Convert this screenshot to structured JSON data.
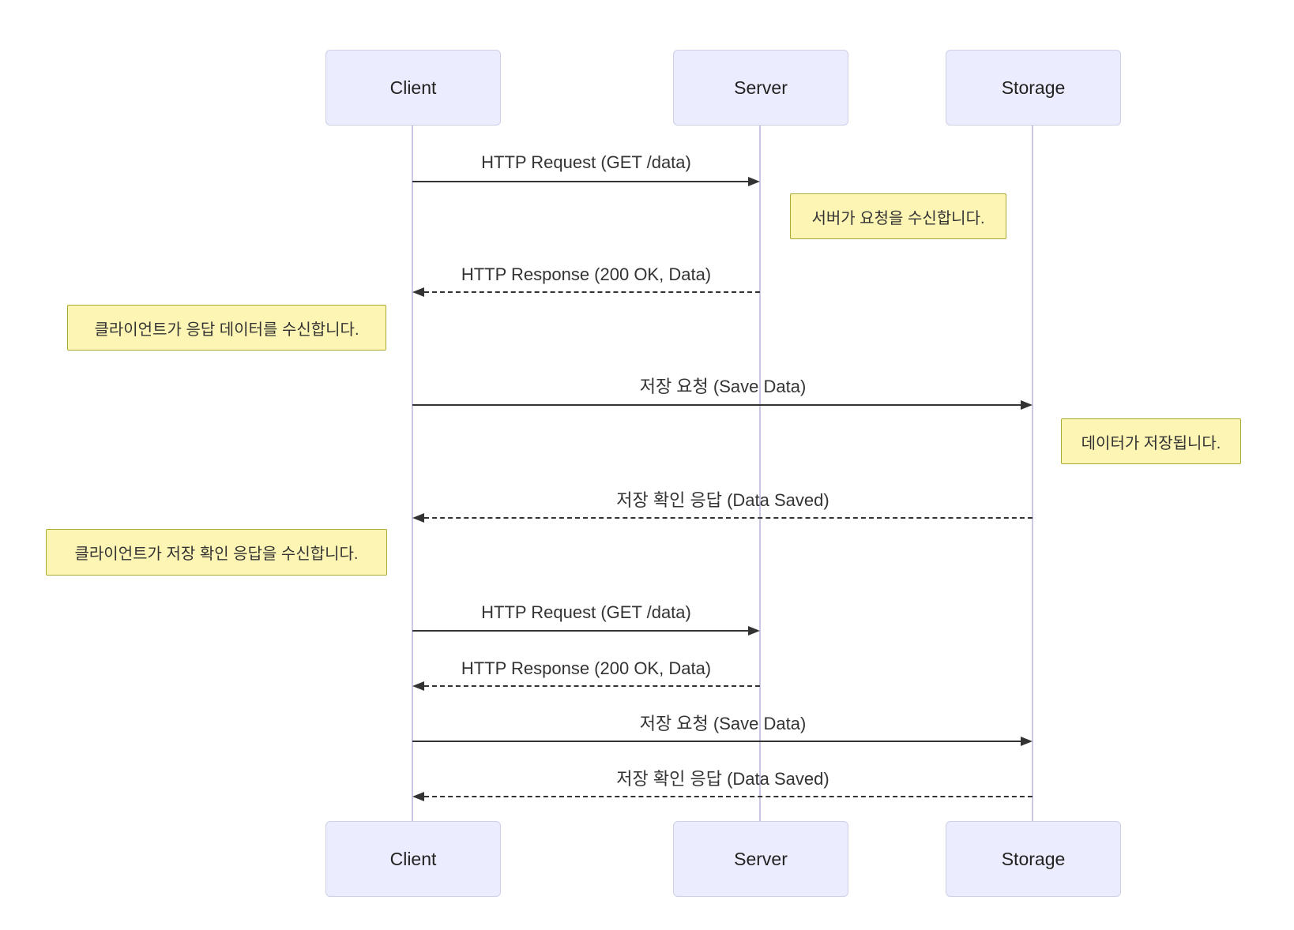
{
  "diagram": {
    "type": "sequence-diagram",
    "actors": [
      {
        "id": "client",
        "label": "Client"
      },
      {
        "id": "server",
        "label": "Server"
      },
      {
        "id": "storage",
        "label": "Storage"
      }
    ],
    "messages": [
      {
        "from": "Client",
        "to": "Server",
        "label": "HTTP Request (GET /data)",
        "line": "solid"
      },
      {
        "from": "Server",
        "to": "Client",
        "label": "HTTP Response (200 OK, Data)",
        "line": "dashed"
      },
      {
        "from": "Client",
        "to": "Storage",
        "label": "저장 요청 (Save Data)",
        "line": "solid"
      },
      {
        "from": "Storage",
        "to": "Client",
        "label": "저장 확인 응답 (Data Saved)",
        "line": "dashed"
      },
      {
        "from": "Client",
        "to": "Server",
        "label": "HTTP Request (GET /data)",
        "line": "solid"
      },
      {
        "from": "Server",
        "to": "Client",
        "label": "HTTP Response (200 OK, Data)",
        "line": "dashed"
      },
      {
        "from": "Client",
        "to": "Storage",
        "label": "저장 요청 (Save Data)",
        "line": "solid"
      },
      {
        "from": "Storage",
        "to": "Client",
        "label": "저장 확인 응답 (Data Saved)",
        "line": "dashed"
      }
    ],
    "notes": [
      {
        "position": "right-of-server",
        "text": "서버가 요청을 수신합니다."
      },
      {
        "position": "left-of-client",
        "text": "클라이언트가 응답 데이터를 수신합니다."
      },
      {
        "position": "right-of-storage",
        "text": "데이터가 저장됩니다."
      },
      {
        "position": "left-of-client",
        "text": "클라이언트가 저장 확인 응답을 수신합니다."
      }
    ],
    "colors": {
      "background": "#FFFFFF",
      "actor_fill": "#ECECFF",
      "actor_border": "#CFCFE8",
      "lifeline": "#C9C9E4",
      "message_line": "#333333",
      "text": "#333333",
      "note_fill": "#FDF5B4",
      "note_border": "#AAAA33"
    }
  }
}
